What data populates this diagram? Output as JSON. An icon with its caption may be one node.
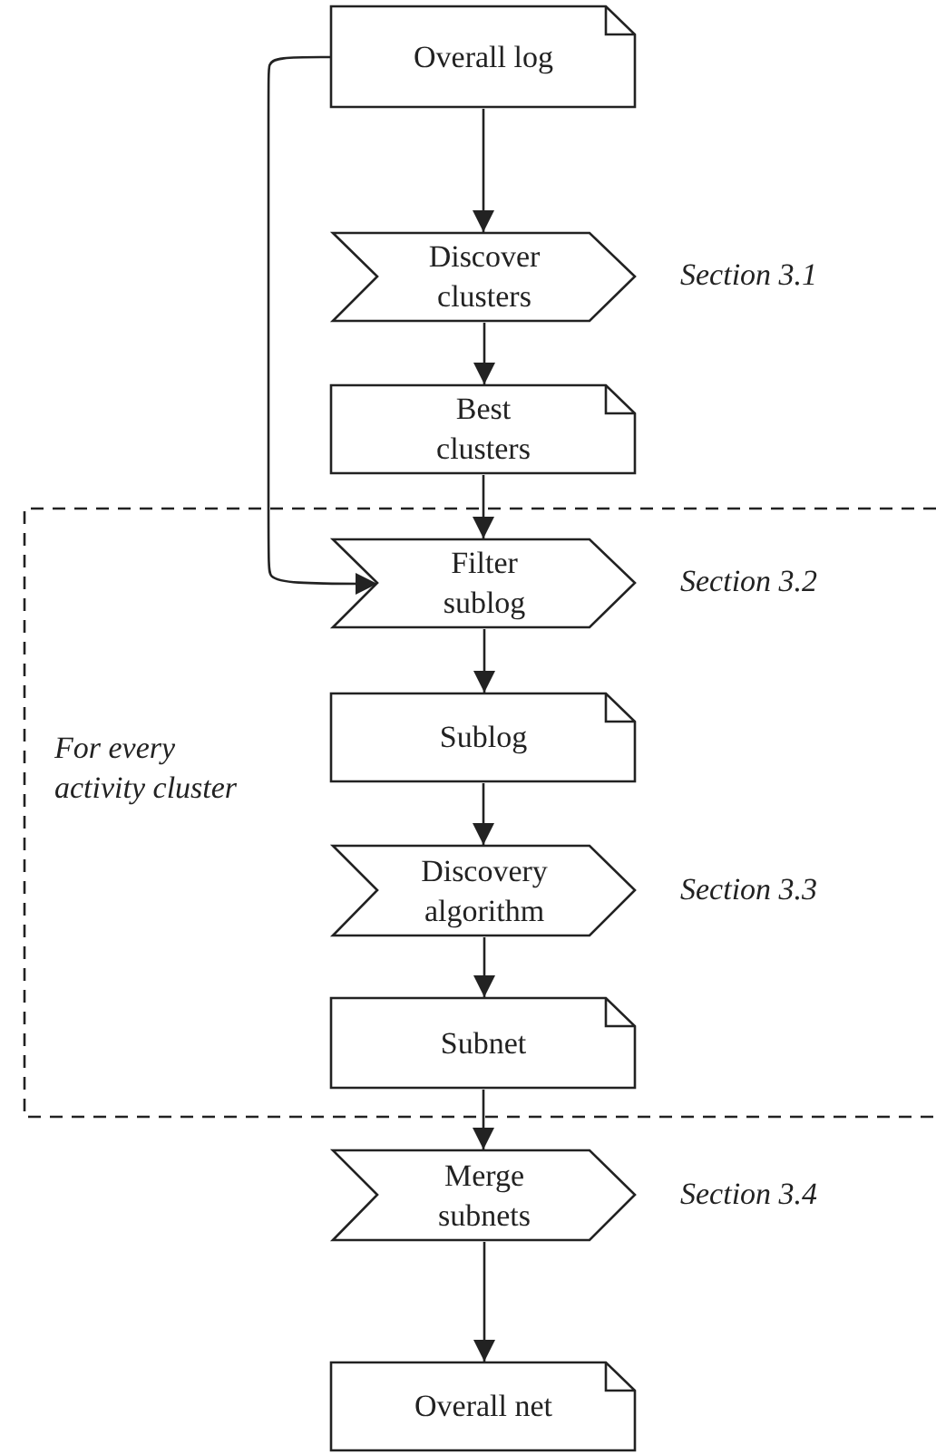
{
  "diagram": {
    "nodes": [
      {
        "text": [
          "Overall log"
        ]
      },
      {
        "text": [
          "Discover clusters"
        ],
        "beside": [
          "Section 3.1"
        ]
      },
      {
        "text": [
          "Best clusters"
        ]
      },
      {
        "text": [
          "For every activity cluster"
        ]
      },
      {
        "text": [
          "Filter sublog"
        ],
        "beside": [
          "Section 3.2"
        ],
        "in": 3
      },
      {
        "text": [
          "Sublog"
        ],
        "in": 3
      },
      {
        "text": [
          "Discovery algorithm"
        ],
        "beside": [
          "Section 3.3"
        ],
        "in": 3
      },
      {
        "text": [
          "Subnet"
        ],
        "in": 3
      },
      {
        "text": [
          "Merge subnets"
        ],
        "beside": [
          "Section 3.4"
        ]
      },
      {
        "text": [
          "Overall net"
        ]
      }
    ],
    "edges": [
      {
        "from": 0,
        "to": 1,
        "arrow": "to"
      },
      {
        "from": 1,
        "to": 2,
        "arrow": "to"
      },
      {
        "from": 2,
        "to": 4,
        "arrow": "to"
      },
      {
        "from": 0,
        "to": 4,
        "arrow": "to"
      },
      {
        "from": 4,
        "to": 5,
        "arrow": "to"
      },
      {
        "from": 5,
        "to": 6,
        "arrow": "to"
      },
      {
        "from": 6,
        "to": 7,
        "arrow": "to"
      },
      {
        "from": 7,
        "to": 8,
        "arrow": "to"
      },
      {
        "from": 8,
        "to": 9,
        "arrow": "to"
      }
    ]
  }
}
